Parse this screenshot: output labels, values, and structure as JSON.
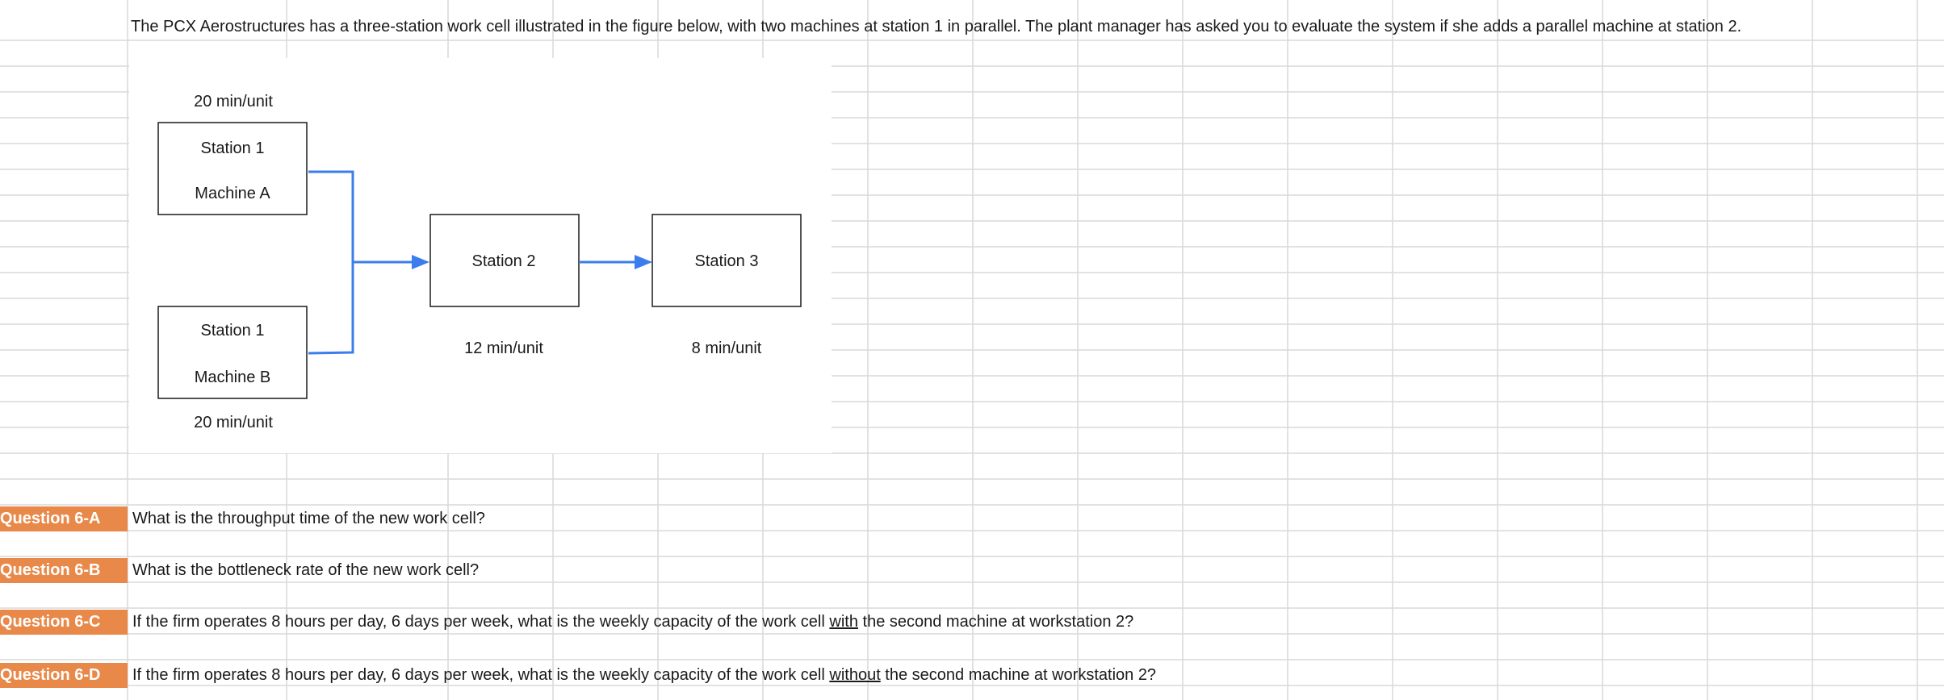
{
  "intro": "The PCX Aerostructures has a three-station work cell illustrated in the figure below, with two machines at station 1 in parallel. The plant manager has asked you to evaluate the system if she adds a parallel machine at station 2.",
  "diagram": {
    "machine_a": {
      "rate": "20 min/unit",
      "line1": "Station 1",
      "line2": "Machine A"
    },
    "machine_b": {
      "rate": "20 min/unit",
      "line1": "Station 1",
      "line2": "Machine B"
    },
    "station2": {
      "label": "Station 2",
      "rate": "12 min/unit"
    },
    "station3": {
      "label": "Station 3",
      "rate": "8 min/unit"
    },
    "arrow_color": "#3b7ded"
  },
  "questions": [
    {
      "label": "Question 6-A",
      "text": "What is the throughput time of the new work cell?"
    },
    {
      "label": "Question 6-B",
      "text": "What is the bottleneck rate of the new work cell?"
    },
    {
      "label": "Question 6-C",
      "pre": "If the firm operates 8 hours per day, 6 days per week, what is the weekly capacity of the work cell ",
      "em": "with",
      "post": " the second machine at workstation 2?"
    },
    {
      "label": "Question 6-D",
      "pre": "If the firm operates 8 hours per day, 6 days per week, what is the weekly capacity of the work cell ",
      "em": "without",
      "post": " the second machine at workstation 2?"
    }
  ],
  "colors": {
    "accent": "#e8894a",
    "grid": "#d9d9d9"
  }
}
